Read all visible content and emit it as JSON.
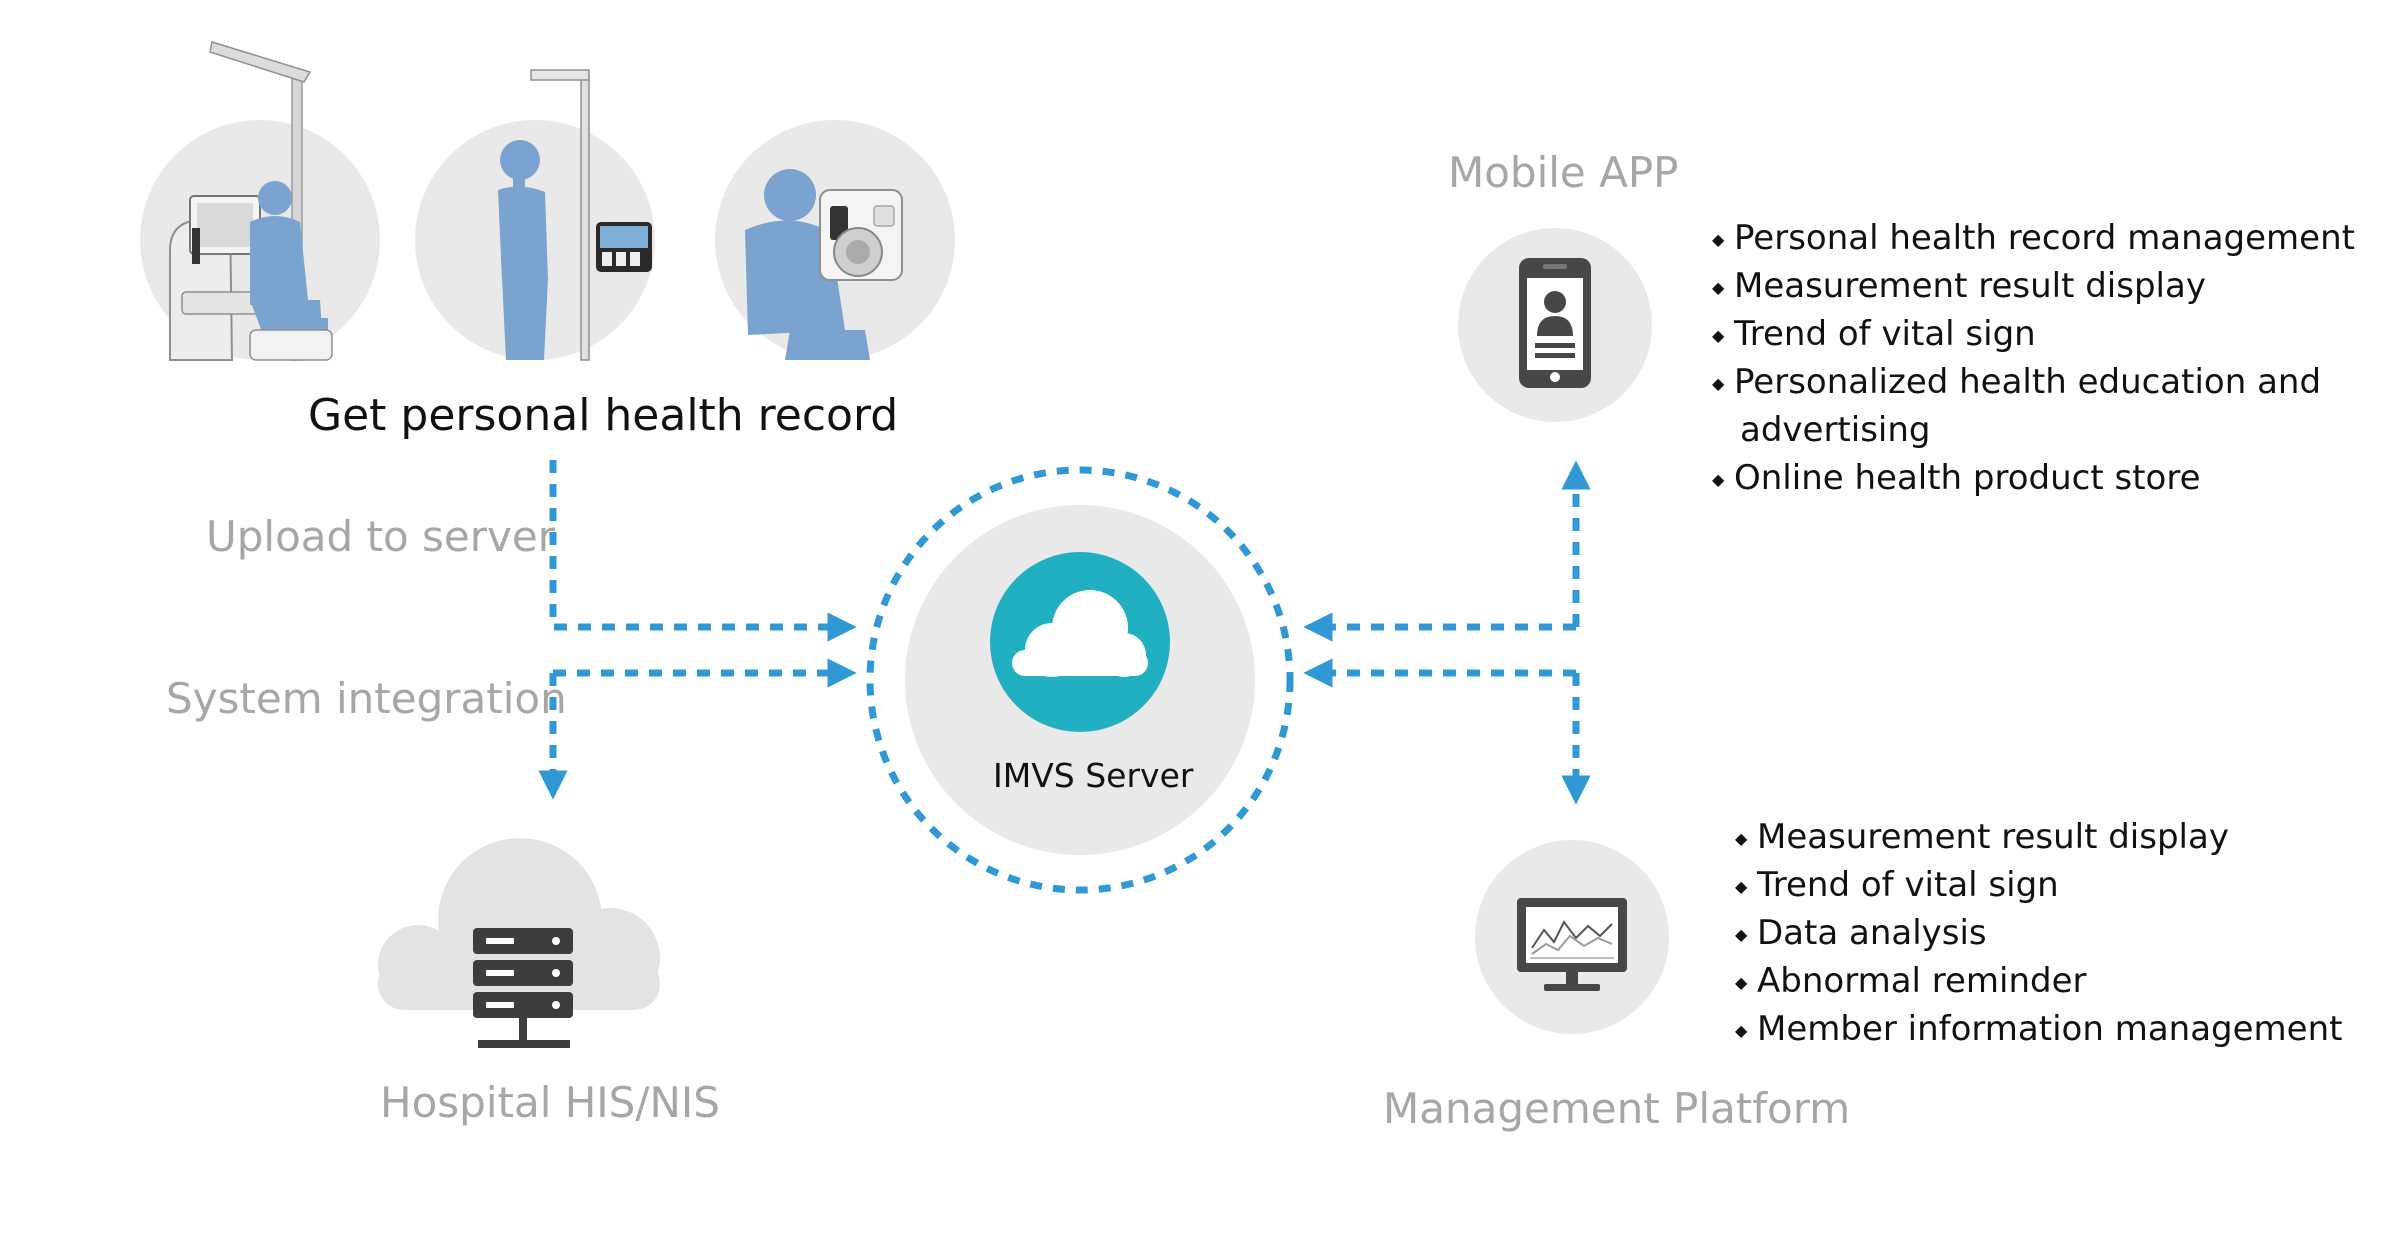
{
  "capture": {
    "title": "Get personal health record"
  },
  "flows": {
    "upload_label": "Upload to server",
    "integration_label": "System integration"
  },
  "server": {
    "label": "IMVS Server"
  },
  "hospital": {
    "label": "Hospital HIS/NIS"
  },
  "mobile_app": {
    "label": "Mobile APP",
    "features": [
      "Personal health record management",
      "Measurement result display",
      "Trend of vital sign",
      "Personalized health education and",
      "advertising",
      "Online health product store"
    ]
  },
  "management": {
    "label": "Management Platform",
    "features": [
      "Measurement result display",
      "Trend of vital sign",
      "Data analysis",
      "Abnormal reminder",
      "Member information management"
    ]
  },
  "colors": {
    "accent_blue": "#2f98d5",
    "cloud_teal": "#21afc2",
    "circle_gray": "#e9e9e9",
    "person_blue": "#7aa3cf",
    "label_gray": "#a6a6a6",
    "icon_dark": "#4a4a4a"
  }
}
